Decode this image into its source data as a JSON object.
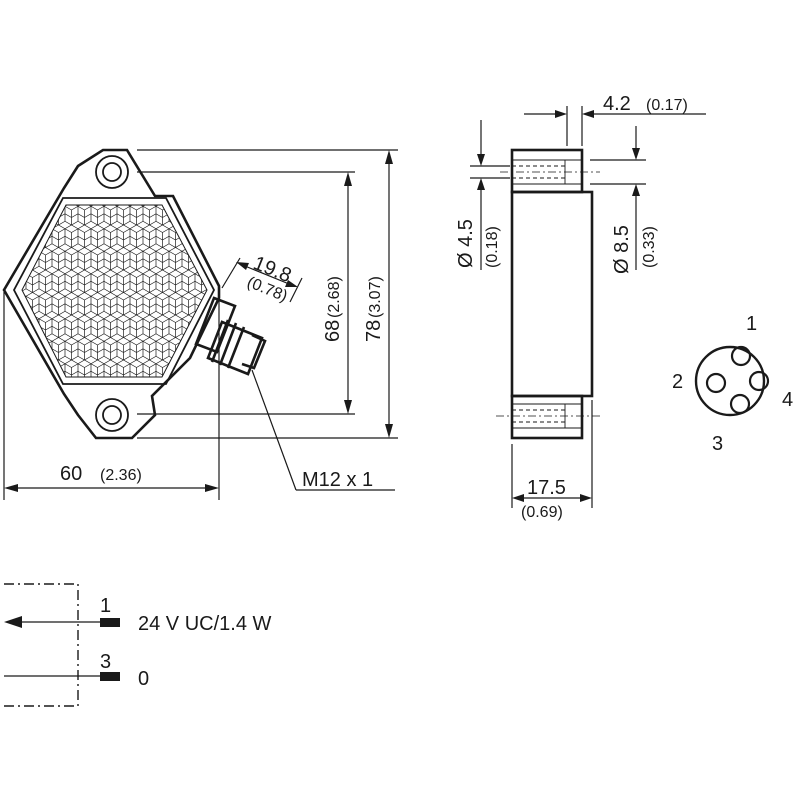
{
  "dimensions": {
    "width_mm": "60",
    "width_in": "(2.36)",
    "hole_spacing_mm": "68",
    "hole_spacing_in": "(2.68)",
    "height_mm": "78",
    "height_in": "(3.07)",
    "connector_mm": "19.8",
    "connector_in": "(0.78)",
    "thread": "M12 x 1",
    "flange_mm": "4.2",
    "flange_in": "(0.17)",
    "hole_dia_mm": "Ø 4.5",
    "hole_dia_in": "(0.18)",
    "counterbore_mm": "Ø 8.5",
    "counterbore_in": "(0.33)",
    "depth_mm": "17.5",
    "depth_in": "(0.69)"
  },
  "connector_pins": [
    "1",
    "2",
    "3",
    "4"
  ],
  "wiring": [
    {
      "pin": "1",
      "label": "24 V UC/1.4 W"
    },
    {
      "pin": "3",
      "label": "0"
    }
  ]
}
